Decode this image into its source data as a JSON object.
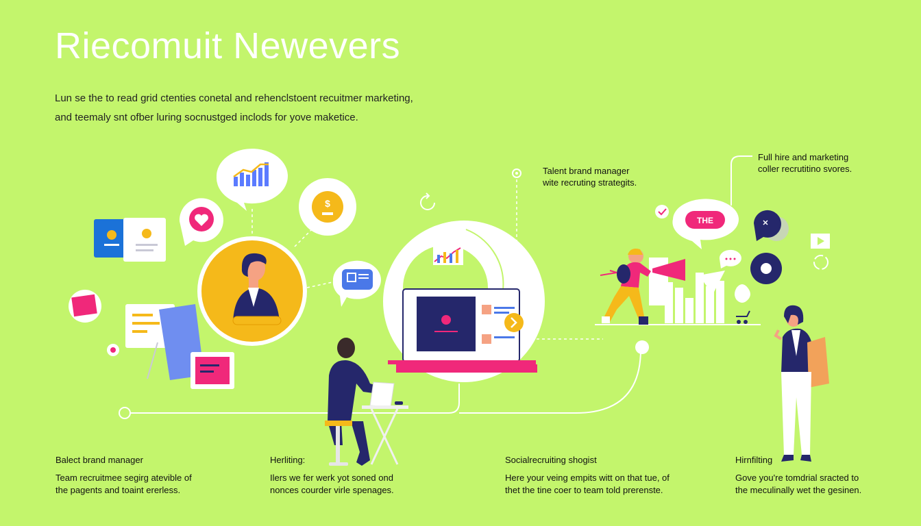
{
  "header": {
    "title": "Riecomuit Newevers",
    "intro_line1": "Lun se the to read grid ctenties conetal and rehenclstoent recuitmer marketing,",
    "intro_line2": "and teemaly snt ofber luring socnustged inclods for yove maketice."
  },
  "callouts": {
    "center_top_line1": "Talent brand manager",
    "center_top_line2": "wite recruting strategits.",
    "right_top_line1": "Full hire and marketing",
    "right_top_line2": "coller recrutitino svores."
  },
  "bubbles": {
    "the_badge": "THE"
  },
  "sections": [
    {
      "heading": "Balect brand manager",
      "line1": "Team recruitmee segirg atevible of",
      "line2": "the pagents and toaint ererless."
    },
    {
      "heading": "Herliting:",
      "line1": "Ilers we fer werk yot soned ond",
      "line2": "nonces courder virle spenages."
    },
    {
      "heading": "Socialrecruiting shogist",
      "line1": "Here your veing empits witt on that tue, of",
      "line2": "thet the tine coer to team told prerenste."
    },
    {
      "heading": "Hirnfilting",
      "line1": "Gove you're tomdrial sracted to",
      "line2": "the meculinally wet the gesinen."
    }
  ],
  "colors": {
    "background": "#c3f56c",
    "navy": "#25276b",
    "yellow": "#f5b91a",
    "pink": "#f0287a",
    "blue": "#1b72d8",
    "white": "#ffffff"
  },
  "icons": [
    "bar-chart-icon",
    "heart-icon",
    "dollar-icon",
    "chat-icon",
    "refresh-icon",
    "play-icon",
    "check-icon",
    "megaphone-icon"
  ]
}
